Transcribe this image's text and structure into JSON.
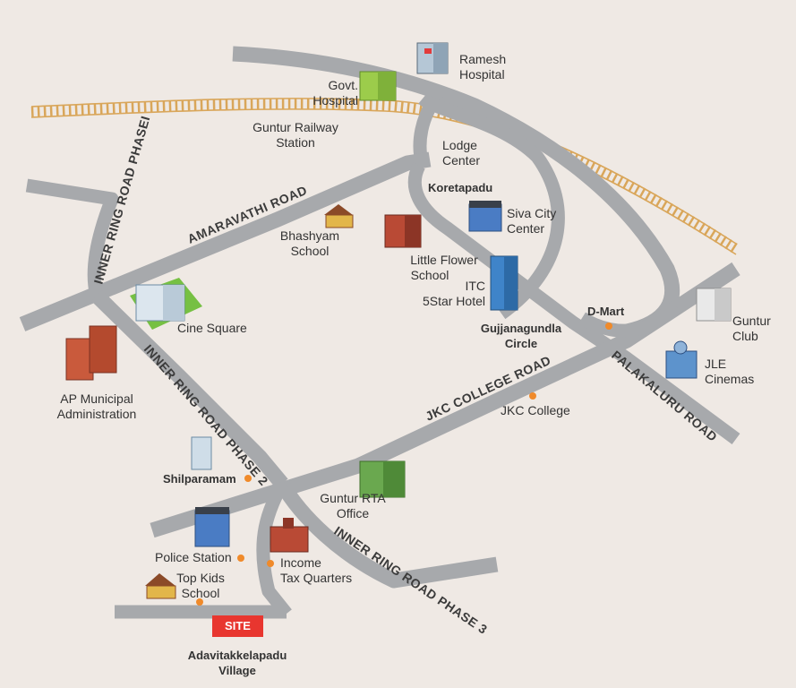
{
  "colors": {
    "background": "#efe9e4",
    "road": "#a7a9ac",
    "railway": "#d9a65a",
    "marker": "#f08a2a",
    "site": "#e8362f"
  },
  "roads": {
    "amaravathi": "AMARAVATHI ROAD",
    "inner_ring_1": "INNER RING ROAD PHASEI",
    "inner_ring_2": "INNER RING ROAD PHASE 2",
    "inner_ring_3": "INNER RING ROAD PHASE 3",
    "jkc_college": "JKC COLLEGE ROAD",
    "palakaluru": "PALAKALURU ROAD"
  },
  "places": {
    "ramesh_hospital": [
      "Ramesh",
      "Hospital"
    ],
    "govt_hospital": [
      "Govt.",
      "Hospital"
    ],
    "railway_station": [
      "Guntur Railway",
      "Station"
    ],
    "lodge_center": [
      "Lodge",
      "Center"
    ],
    "koretapadu": "Koretapadu",
    "siva_city": [
      "Siva City",
      "Center"
    ],
    "bhashyam": [
      "Bhashyam",
      "School"
    ],
    "little_flower": [
      "Little Flower",
      "School"
    ],
    "itc": [
      "ITC",
      "5Star Hotel"
    ],
    "cine_square": "Cine Square",
    "d_mart": "D-Mart",
    "gujjanagundla": [
      "Gujjanagundla",
      "Circle"
    ],
    "guntur_club": [
      "Guntur",
      "Club"
    ],
    "ap_municipal": [
      "AP Municipal",
      "Administration"
    ],
    "jle": [
      "JLE",
      "Cinemas"
    ],
    "jkc_college": "JKC College",
    "shilparamam": "Shilparamam",
    "rta": [
      "Guntur RTA",
      "Office"
    ],
    "police": "Police Station",
    "income_tax": [
      "Income",
      "Tax Quarters"
    ],
    "top_kids": [
      "Top Kids",
      "School"
    ],
    "site": "SITE",
    "village": [
      "Adavitakkelapadu",
      "Village"
    ]
  }
}
